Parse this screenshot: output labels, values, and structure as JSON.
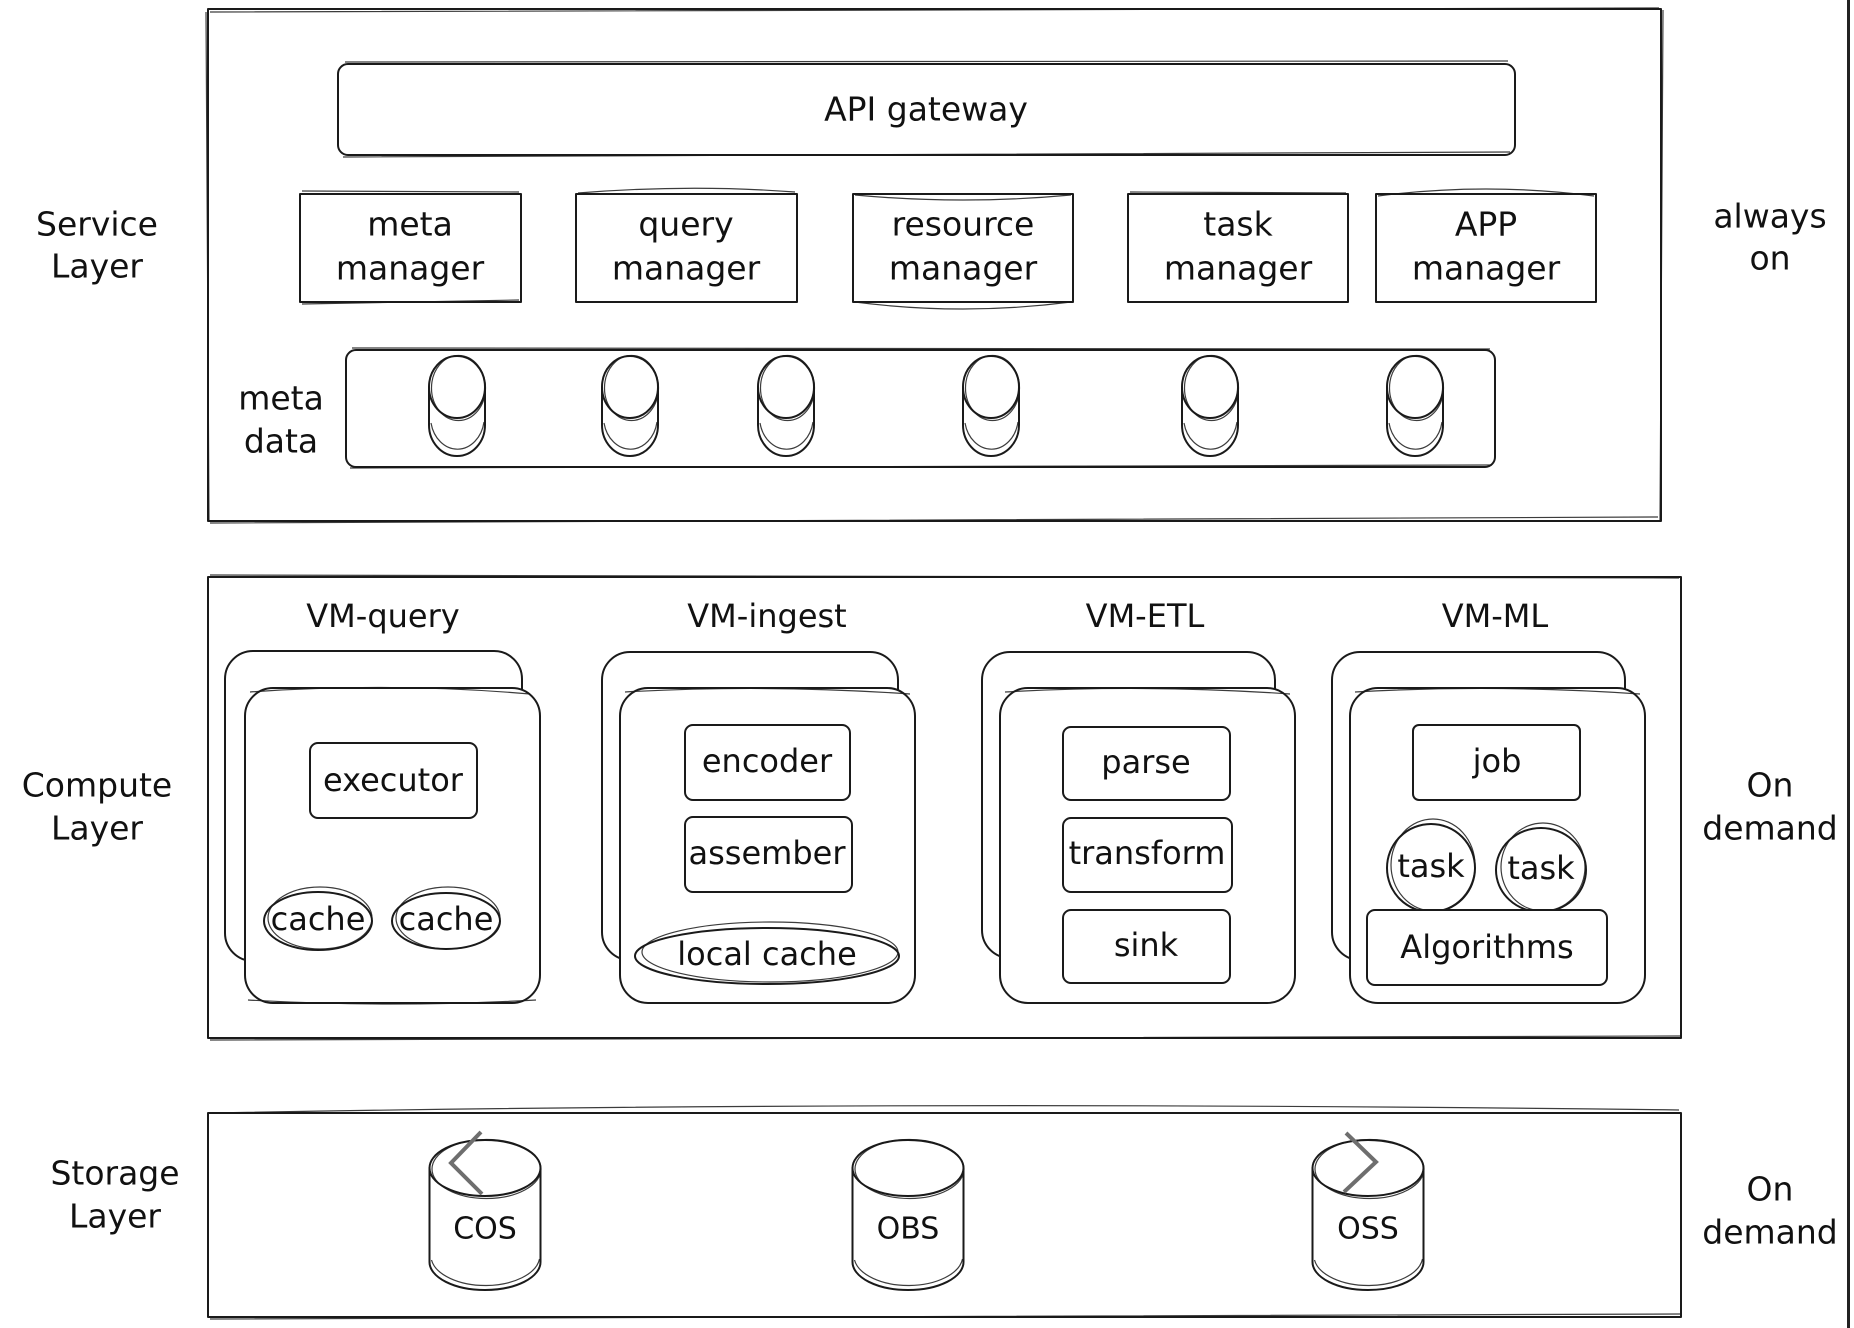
{
  "diagram": {
    "type": "layered-architecture",
    "style": "hand-drawn",
    "stroke_color": "#1a1a1a",
    "background": "#ffffff"
  },
  "layers": {
    "service": {
      "label_lines": [
        "Service",
        "Layer"
      ],
      "availability_lines": [
        "always",
        "on"
      ],
      "gateway": "API gateway",
      "managers": [
        {
          "lines": [
            "meta",
            "manager"
          ]
        },
        {
          "lines": [
            "query",
            "manager"
          ]
        },
        {
          "lines": [
            "resource",
            "manager"
          ]
        },
        {
          "lines": [
            "task",
            "manager"
          ]
        },
        {
          "lines": [
            "APP",
            "manager"
          ]
        }
      ],
      "metadata": {
        "label_lines": [
          "meta",
          "data"
        ],
        "store_count": 6
      }
    },
    "compute": {
      "label_lines": [
        "Compute",
        "Layer"
      ],
      "availability_lines": [
        "On",
        "demand"
      ],
      "vms": [
        {
          "title": "VM-query",
          "components": [
            {
              "label": "executor",
              "shape": "box"
            },
            {
              "label": "cache",
              "shape": "ellipse"
            },
            {
              "label": "cache",
              "shape": "ellipse"
            }
          ]
        },
        {
          "title": "VM-ingest",
          "components": [
            {
              "label": "encoder",
              "shape": "box"
            },
            {
              "label": "assember",
              "shape": "box"
            },
            {
              "label": "local cache",
              "shape": "ellipse"
            }
          ]
        },
        {
          "title": "VM-ETL",
          "components": [
            {
              "label": "parse",
              "shape": "box"
            },
            {
              "label": "transform",
              "shape": "box"
            },
            {
              "label": "sink",
              "shape": "box"
            }
          ]
        },
        {
          "title": "VM-ML",
          "components": [
            {
              "label": "job",
              "shape": "box"
            },
            {
              "label": "task",
              "shape": "circle"
            },
            {
              "label": "task",
              "shape": "circle"
            },
            {
              "label": "Algorithms",
              "shape": "box"
            }
          ]
        }
      ]
    },
    "storage": {
      "label_lines": [
        "Storage",
        "Layer"
      ],
      "availability_lines": [
        "On",
        "demand"
      ],
      "stores": [
        "COS",
        "OBS",
        "OSS"
      ]
    }
  },
  "overlay": {
    "prev_icon": "chevron-left-icon",
    "next_icon": "chevron-right-icon",
    "color": "#6e6e6e"
  }
}
